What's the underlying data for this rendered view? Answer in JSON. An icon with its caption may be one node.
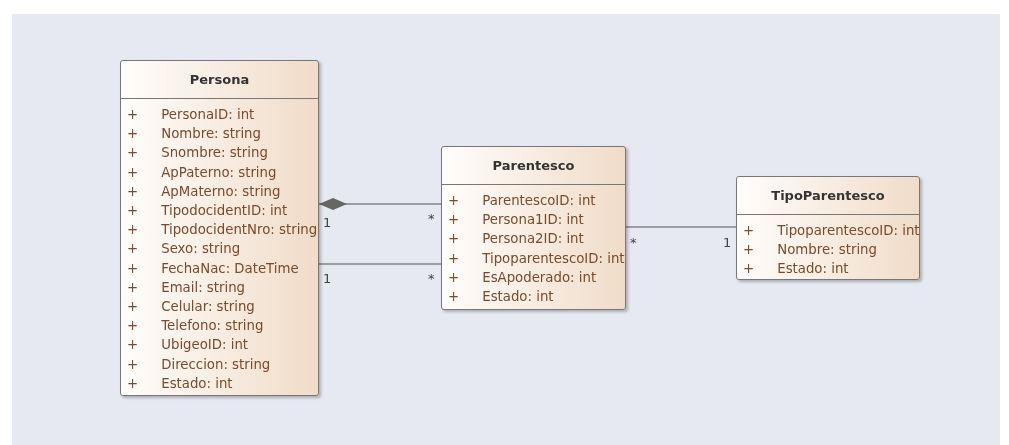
{
  "diagram": {
    "nodes": [
      {
        "text": [
          "Persona",
          "+ PersonaID: int",
          "+ Nombre: string",
          "+ Snombre: string",
          "+ ApPaterno: string",
          "+ ApMaterno: string",
          "+ TipodocidentID: int",
          "+ TipodocidentNro: string",
          "+ Sexo: string",
          "+ FechaNac: DateTime",
          "+ Email: string",
          "+ Celular: string",
          "+ Telefono: string",
          "+ UbigeoID: int",
          "+ Direccion: string",
          "+ Estado: int"
        ]
      },
      {
        "text": [
          "Parentesco",
          "+ ParentescoID: int",
          "+ Persona1ID: int",
          "+ Persona2ID: int",
          "+ TipoparentescoID: int",
          "+ EsApoderado: int",
          "+ Estado: int"
        ]
      },
      {
        "text": [
          "TipoParentesco",
          "+ TipoparentescoID: int",
          "+ Nombre: string",
          "+ Estado: int"
        ]
      }
    ],
    "edges": [
      {
        "from": 0,
        "to": 1,
        "arrow": "other"
      },
      {
        "from": 0,
        "to": 1,
        "arrow": "none"
      },
      {
        "from": 1,
        "to": 2,
        "arrow": "none"
      }
    ],
    "labels": [
      "1",
      "*",
      "1",
      "*",
      "*",
      "1"
    ]
  }
}
